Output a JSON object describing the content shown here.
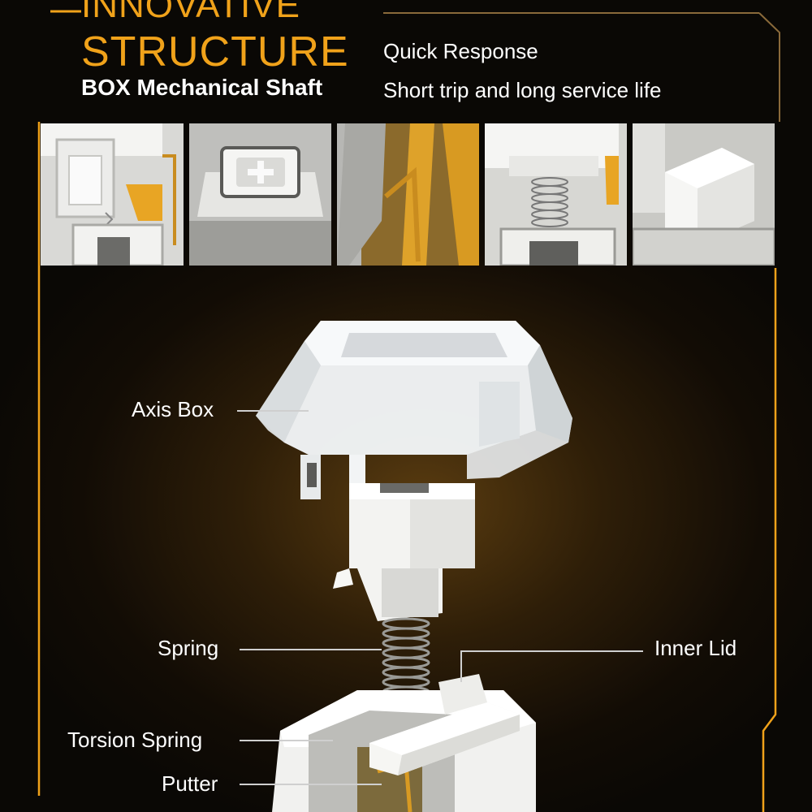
{
  "header": {
    "title_line1": "INNOVATIVE",
    "title_line2": "STRUCTURE",
    "subtitle": "BOX Mechanical Shaft",
    "features": [
      "Quick Response",
      "Short trip and long service life"
    ]
  },
  "thumbnails": [
    {
      "icon": "switch-side-cutaway"
    },
    {
      "icon": "switch-top-cross-stem"
    },
    {
      "icon": "switch-leaf-contact"
    },
    {
      "icon": "switch-spring-closeup"
    },
    {
      "icon": "switch-inner-lid"
    }
  ],
  "callouts": {
    "axis_box": "Axis Box",
    "spring": "Spring",
    "inner_lid": "Inner Lid",
    "torsion_spring": "Torsion Spring",
    "putter": "Putter"
  },
  "colors": {
    "accent": "#f0a21a",
    "text": "#ffffff",
    "background": "#0b0906"
  }
}
